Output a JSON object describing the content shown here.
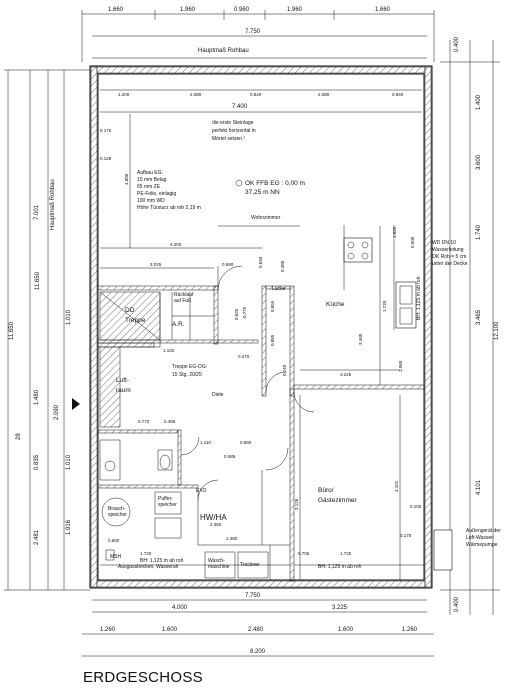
{
  "title": "ERDGESCHOSS",
  "dims": {
    "top_total": "7.750",
    "top_segments": [
      "1.660",
      "1.960",
      "0.960",
      "1.960",
      "1.660"
    ],
    "top_inner": [
      "1.200",
      "2.080",
      "0.840",
      "2.080",
      "0.940"
    ],
    "top_width_7400": "7.400",
    "hauptmass_top": "Hauptmaß Rohbau",
    "right_outer": [
      "0.400",
      "1.400",
      "3.600",
      "1.740",
      "3.465",
      "4.101",
      "0.400"
    ],
    "right_total": "12.100",
    "left_outer": [
      "11.650",
      "7.001",
      "1.010",
      "1.480",
      "2.090",
      "0.835",
      "1.010",
      "1.916",
      "2.481",
      "28"
    ],
    "left_far": "11,650",
    "hauptmass_left": "Hauptmaß Rohbau",
    "bottom_segments_1": [
      "4.000",
      "3.225"
    ],
    "bottom_total_7750": "7.750",
    "bottom_segments_2": [
      "1.260",
      "1.600",
      "2.480",
      "1.600",
      "1.260"
    ],
    "bottom_total": "8.200",
    "inner": [
      "4.800",
      "4.200",
      "3.025",
      "0.690",
      "0.840",
      "0.380",
      "1.820",
      "0.500",
      "3.485",
      "1.720",
      "3.225",
      "1.060",
      "0.625",
      "0.855",
      "0.775",
      "0.270",
      "0.885",
      "0.740",
      "1.102",
      "0.770",
      "0.495",
      "1.110",
      "0.880",
      "0.085",
      "3.126",
      "4.101",
      "2.360",
      "1.480",
      "1.720",
      "0.705",
      "1.720",
      "0.175",
      "0.100",
      "0.600",
      "0.126",
      "0.175"
    ]
  },
  "rooms": {
    "wohnzimmer": "Wohnzimmer",
    "kueche": "Küche",
    "dd_treppe_1": "DD",
    "dd_treppe_2": "Treppe",
    "ar": "A.R.",
    "luftraum_1": "Luft-",
    "luftraum_2": "raum",
    "treppe_info": "Treppe EG-OG:",
    "treppe_stg": "15 Stg. 20/25",
    "diele": "Diele",
    "buero_1": "Büro/",
    "buero_2": "Gästezimmer",
    "hwha": "HW/HA",
    "luecke": "Lücke"
  },
  "notes": {
    "steinlage_1": "die erste Steinlage",
    "steinlage_2": "perfekt horizontal in",
    "steinlage_3": "Mörtel setzen !",
    "okffb_1": "OK FFB EG : 0,00 m",
    "okffb_2": "37,25 m NN",
    "aufbau_1": "Aufbau EG:",
    "aufbau_2": "15 mm Belag",
    "aufbau_3": "65 mm ZE",
    "aufbau_4": "PE-Folie, einlagig",
    "aufbau_5": "100 mm WD",
    "aufbau_6": "Höhe Türsturz ab roh 2,19 m",
    "wd_1": "WD DN 10",
    "wd_2": "Wasserleitung",
    "wd_3": "OK Roh = 5 cm",
    "wd_4": "unter der Decke",
    "bh_kueche": "BH: 1,125 m ab roh",
    "bh_bottom_left": "BH: 1,125 m ab roh",
    "bh_bottom_right": "BH: 1,125 m ab roh",
    "waermepumpe_1": "Außengerät der",
    "waermepumpe_2": "Luft-Wasser-",
    "waermepumpe_3": "Wärmepumpe",
    "msh": "MSH",
    "speicher_1": "Brauch-",
    "speicher_2": "speicher",
    "puffer_1": "Puffer-",
    "puffer_2": "speicher",
    "wasch": "Wasch-",
    "maschine": "maschine",
    "trockner": "Trockner",
    "exo": "EXO",
    "ausgussbecken": "Ausgussbecken, Wasserah",
    "kehrpos": "Rücklauf",
    "kehrpos_2": "auf Fuß"
  }
}
